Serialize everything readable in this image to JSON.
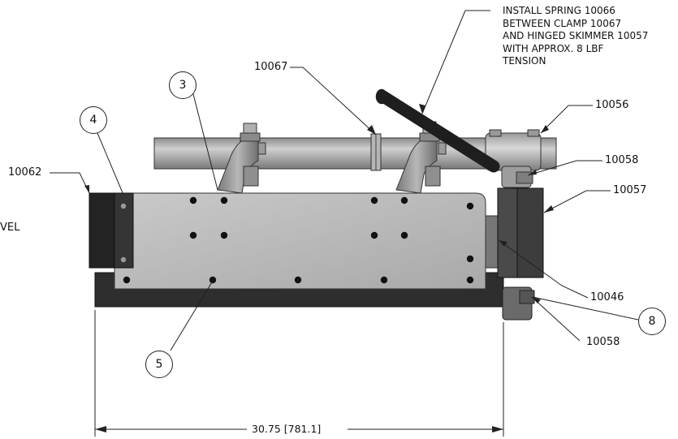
{
  "note": {
    "lines": [
      "INSTALL SPRING 10066",
      "BETWEEN CLAMP 10067",
      "AND HINGED SKIMMER 10057",
      "WITH APPROX. 8 LBF",
      "TENSION"
    ]
  },
  "part_labels": {
    "p10067": "10067",
    "p10056": "10056",
    "p10058_top": "10058",
    "p10057": "10057",
    "p10062": "10062",
    "p10046": "10046",
    "p10058_bottom": "10058",
    "level_fragment": "VEL"
  },
  "balloons": {
    "b3": "3",
    "b4": "4",
    "b5": "5",
    "b8": "8"
  },
  "dimension": {
    "overall_width": "30.75 [781.1]"
  },
  "colors": {
    "frame_dark": "#2e2e2e",
    "panel": "#bdbdbd",
    "pipe": "#a9a9a9",
    "spring": "#1e1e1e"
  }
}
